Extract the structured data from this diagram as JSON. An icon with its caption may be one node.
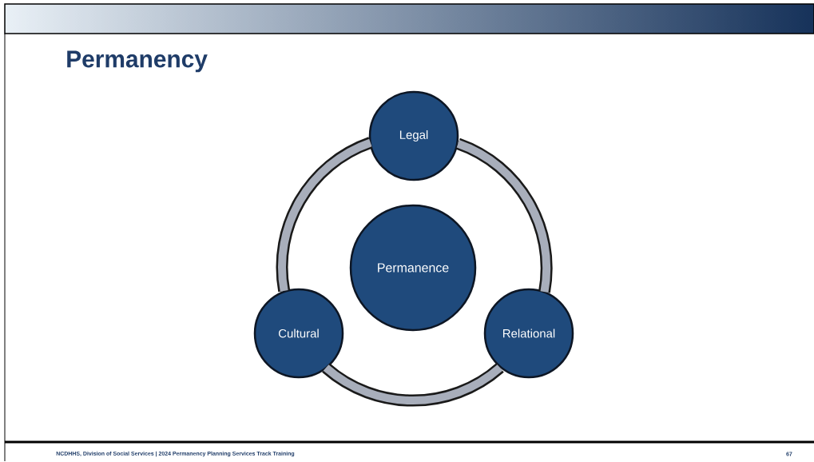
{
  "diagram": {
    "title": "Permanency",
    "nodes": [
      {
        "text": [
          "Legal"
        ]
      },
      {
        "text": [
          "Permanence"
        ]
      },
      {
        "text": [
          "Cultural"
        ]
      },
      {
        "text": [
          "Relational"
        ]
      }
    ],
    "edges": [
      {
        "from": 0,
        "to": 3,
        "arrow": "none"
      },
      {
        "from": 3,
        "to": 2,
        "arrow": "none"
      },
      {
        "from": 2,
        "to": 0,
        "arrow": "none"
      }
    ],
    "labels": [
      "NCDHHS, Division of Social Services | 2024 Permanency Planning Services Track Training",
      "67"
    ]
  }
}
